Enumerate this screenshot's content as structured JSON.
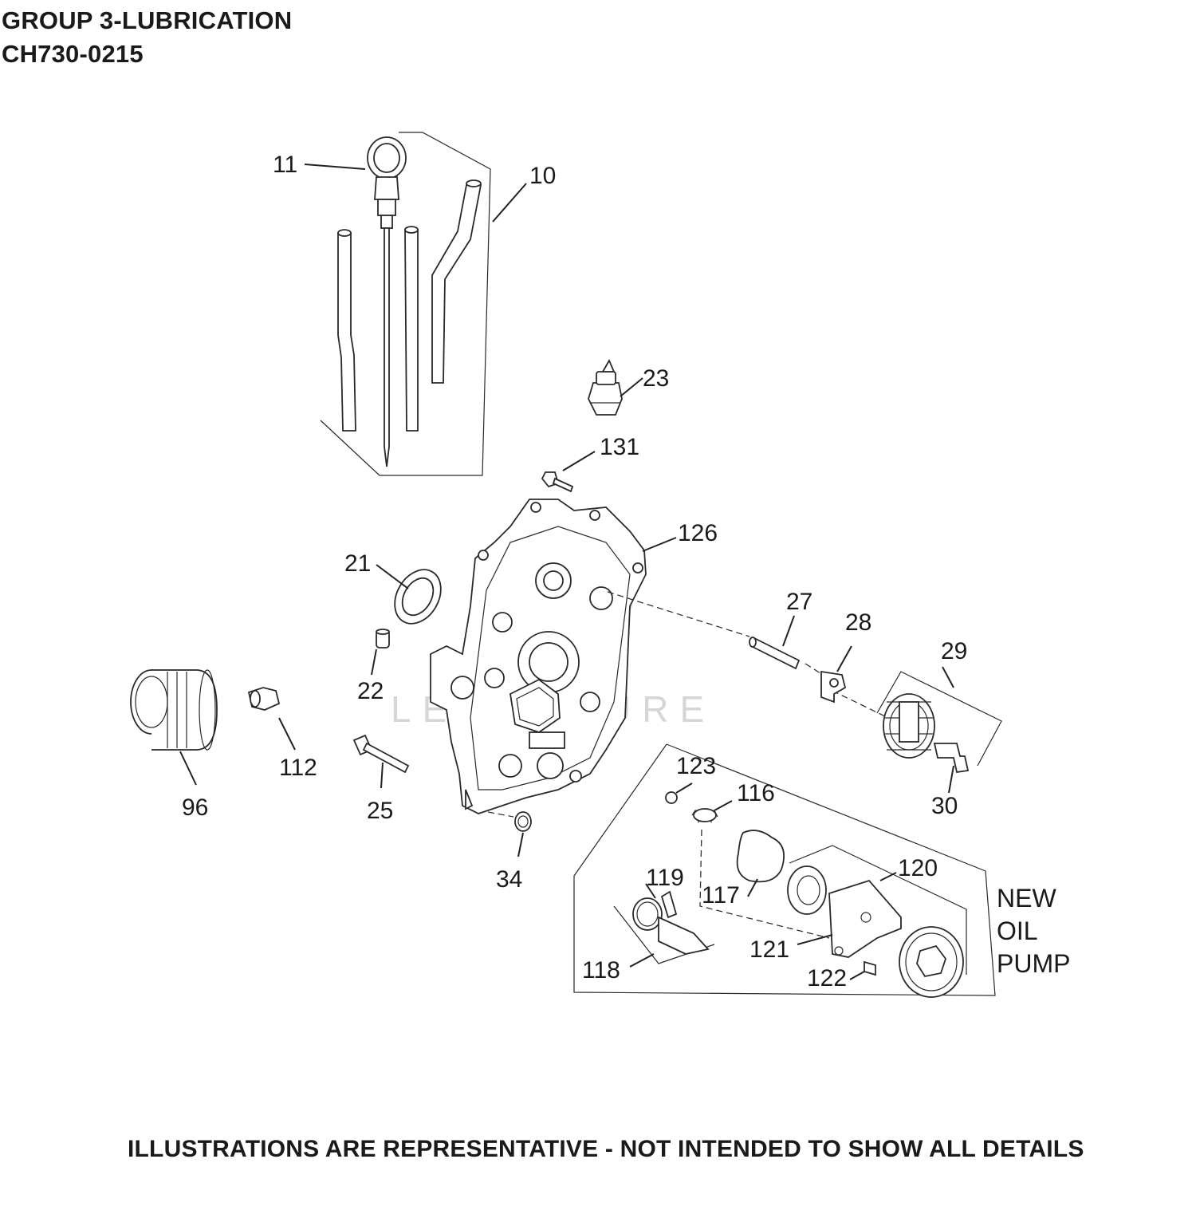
{
  "header": {
    "line1": "GROUP 3-LUBRICATION",
    "line2": "CH730-0215"
  },
  "footer": "ILLUSTRATIONS ARE REPRESENTATIVE - NOT INTENDED TO SHOW ALL DETAILS",
  "note": {
    "line1": "NEW",
    "line2": "OIL",
    "line3": "PUMP"
  },
  "watermark": "LEGENTURE",
  "callouts": {
    "c11": "11",
    "c10": "10",
    "c23": "23",
    "c131": "131",
    "c126": "126",
    "c21": "21",
    "c27": "27",
    "c28": "28",
    "c29": "29",
    "c22": "22",
    "c96": "96",
    "c112": "112",
    "c25": "25",
    "c34": "34",
    "c30": "30",
    "c123": "123",
    "c116": "116",
    "c120": "120",
    "c119": "119",
    "c117": "117",
    "c121": "121",
    "c118": "118",
    "c122": "122"
  }
}
